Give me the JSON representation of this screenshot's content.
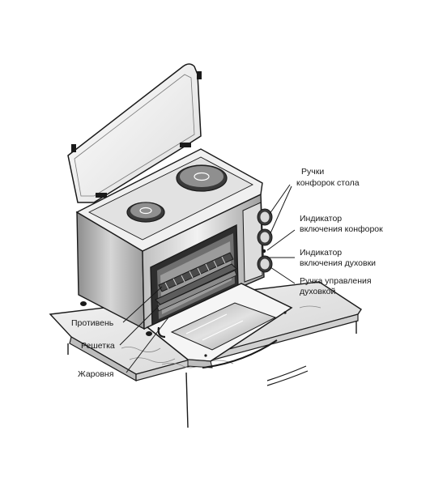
{
  "labels": {
    "burner_knobs": [
      "Ручки",
      "конфорок стола"
    ],
    "burner_indicator": [
      "Индикатор",
      "включения конфорок"
    ],
    "oven_indicator": [
      "Индикатор",
      "включения духовки"
    ],
    "oven_knob": [
      "Ручка управления",
      "духовкой"
    ],
    "tray": "Противень",
    "rack": "Решетка",
    "roasting_pan": "Жаровня"
  },
  "colors": {
    "line": "#1a1a1a",
    "body_gray": "#d9d9d9",
    "body_dark": "#a8a8a8",
    "lid": "#ececec",
    "counter": "#e6e6e6",
    "glass": "#bdbdbd"
  }
}
